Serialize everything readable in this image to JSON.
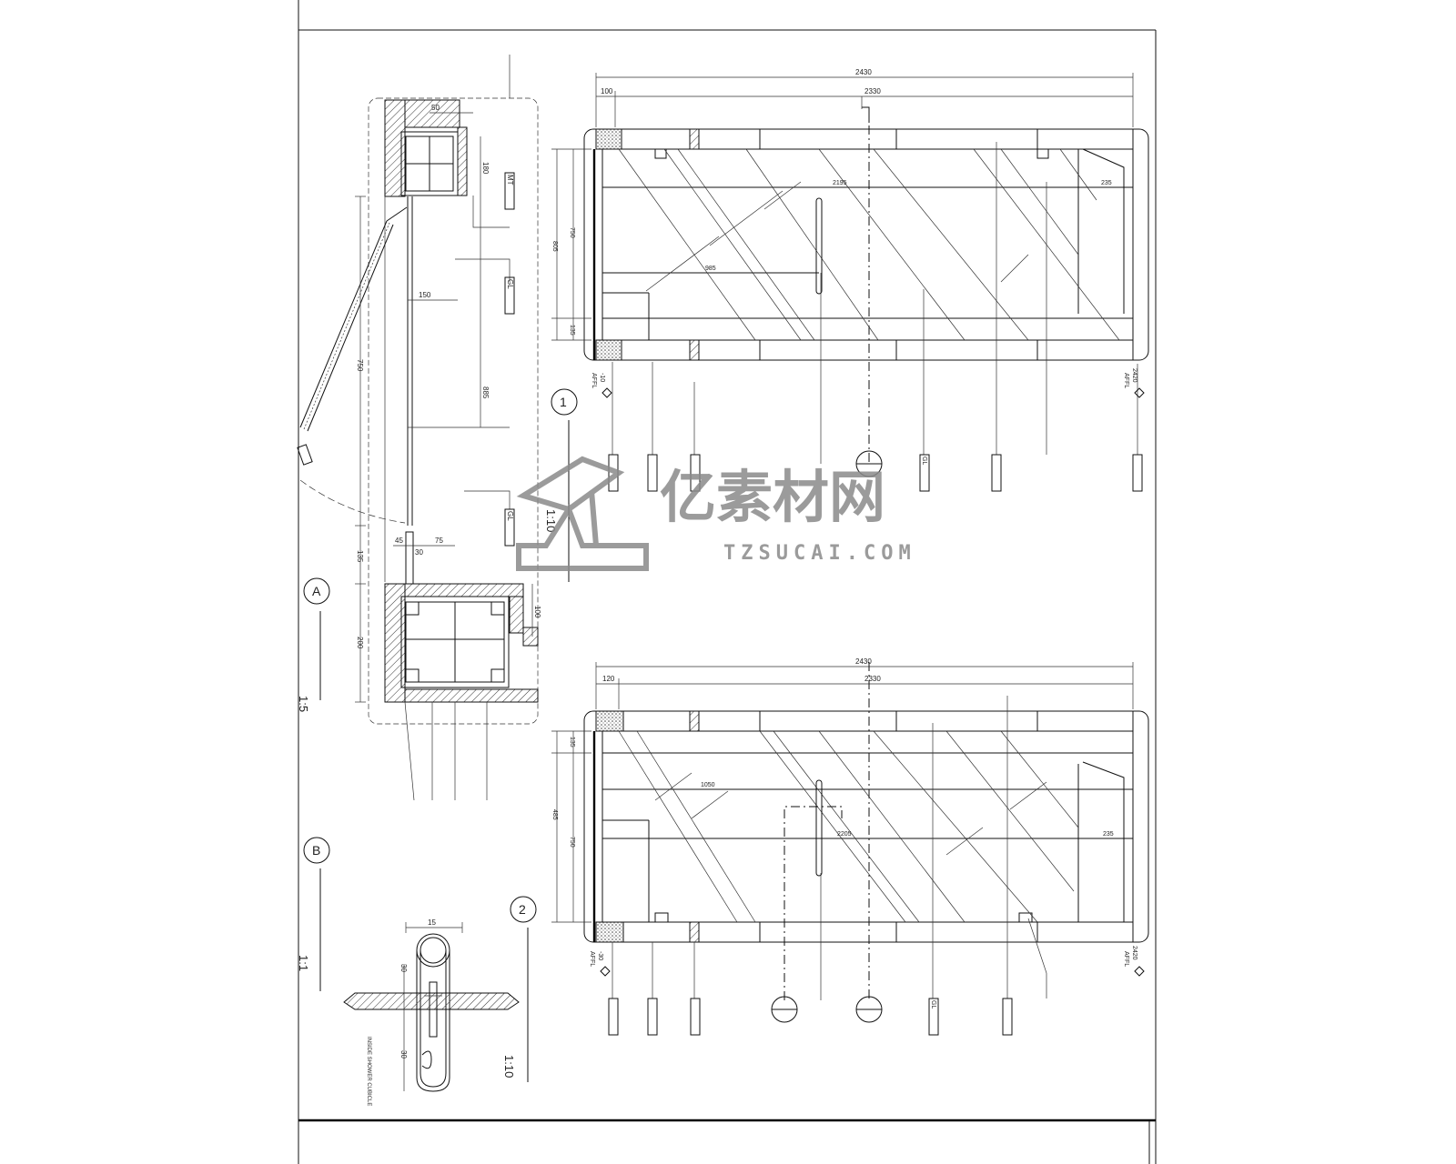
{
  "labels": {
    "section_a": {
      "letter": "A",
      "scale": "1:5"
    },
    "section_b": {
      "letter": "B",
      "scale": "1:1"
    },
    "elev_1": {
      "num": "1",
      "scale": "1:10"
    },
    "elev_2": {
      "num": "2",
      "scale": "1:10"
    }
  },
  "elev1_dims": {
    "overall": "2430",
    "left": "100",
    "inner": "2330",
    "d_top": "2195",
    "d_mid": "985",
    "d_right": "235",
    "v_total": "805",
    "v_upper": "750",
    "v_lower": "135",
    "afl_left": "AFFL",
    "afl_left_v": "-10",
    "afl_right": "AFFL",
    "afl_right_v": "2420"
  },
  "elev2_dims": {
    "overall": "2430",
    "left": "120",
    "inner": "2330",
    "d_top": "1050",
    "d_mid": "2205",
    "d_right": "235",
    "v_total": "485",
    "v_upper": "750",
    "v_lower": "135",
    "afl_left": "AFFL",
    "afl_left_v": "-30",
    "afl_right": "AFFL",
    "afl_right_v": "2420"
  },
  "sectionA_dims": {
    "d50": "50",
    "d180": "180",
    "d150": "150",
    "d750": "750",
    "d885": "885",
    "d45": "45",
    "d75": "75",
    "d135": "135",
    "d200": "200",
    "d30": "30",
    "d100": "100"
  },
  "sectionB_dims": {
    "d15": "15",
    "d30a": "30",
    "d30b": "30",
    "note": "INSIDE SHOWER CUBICLE"
  },
  "tags": {
    "mt1": "MT",
    "gl1": "GL",
    "gl2": "GL",
    "one": "1"
  },
  "watermark": {
    "brand": "亿素材网",
    "url": "TZSUCAI.COM"
  }
}
